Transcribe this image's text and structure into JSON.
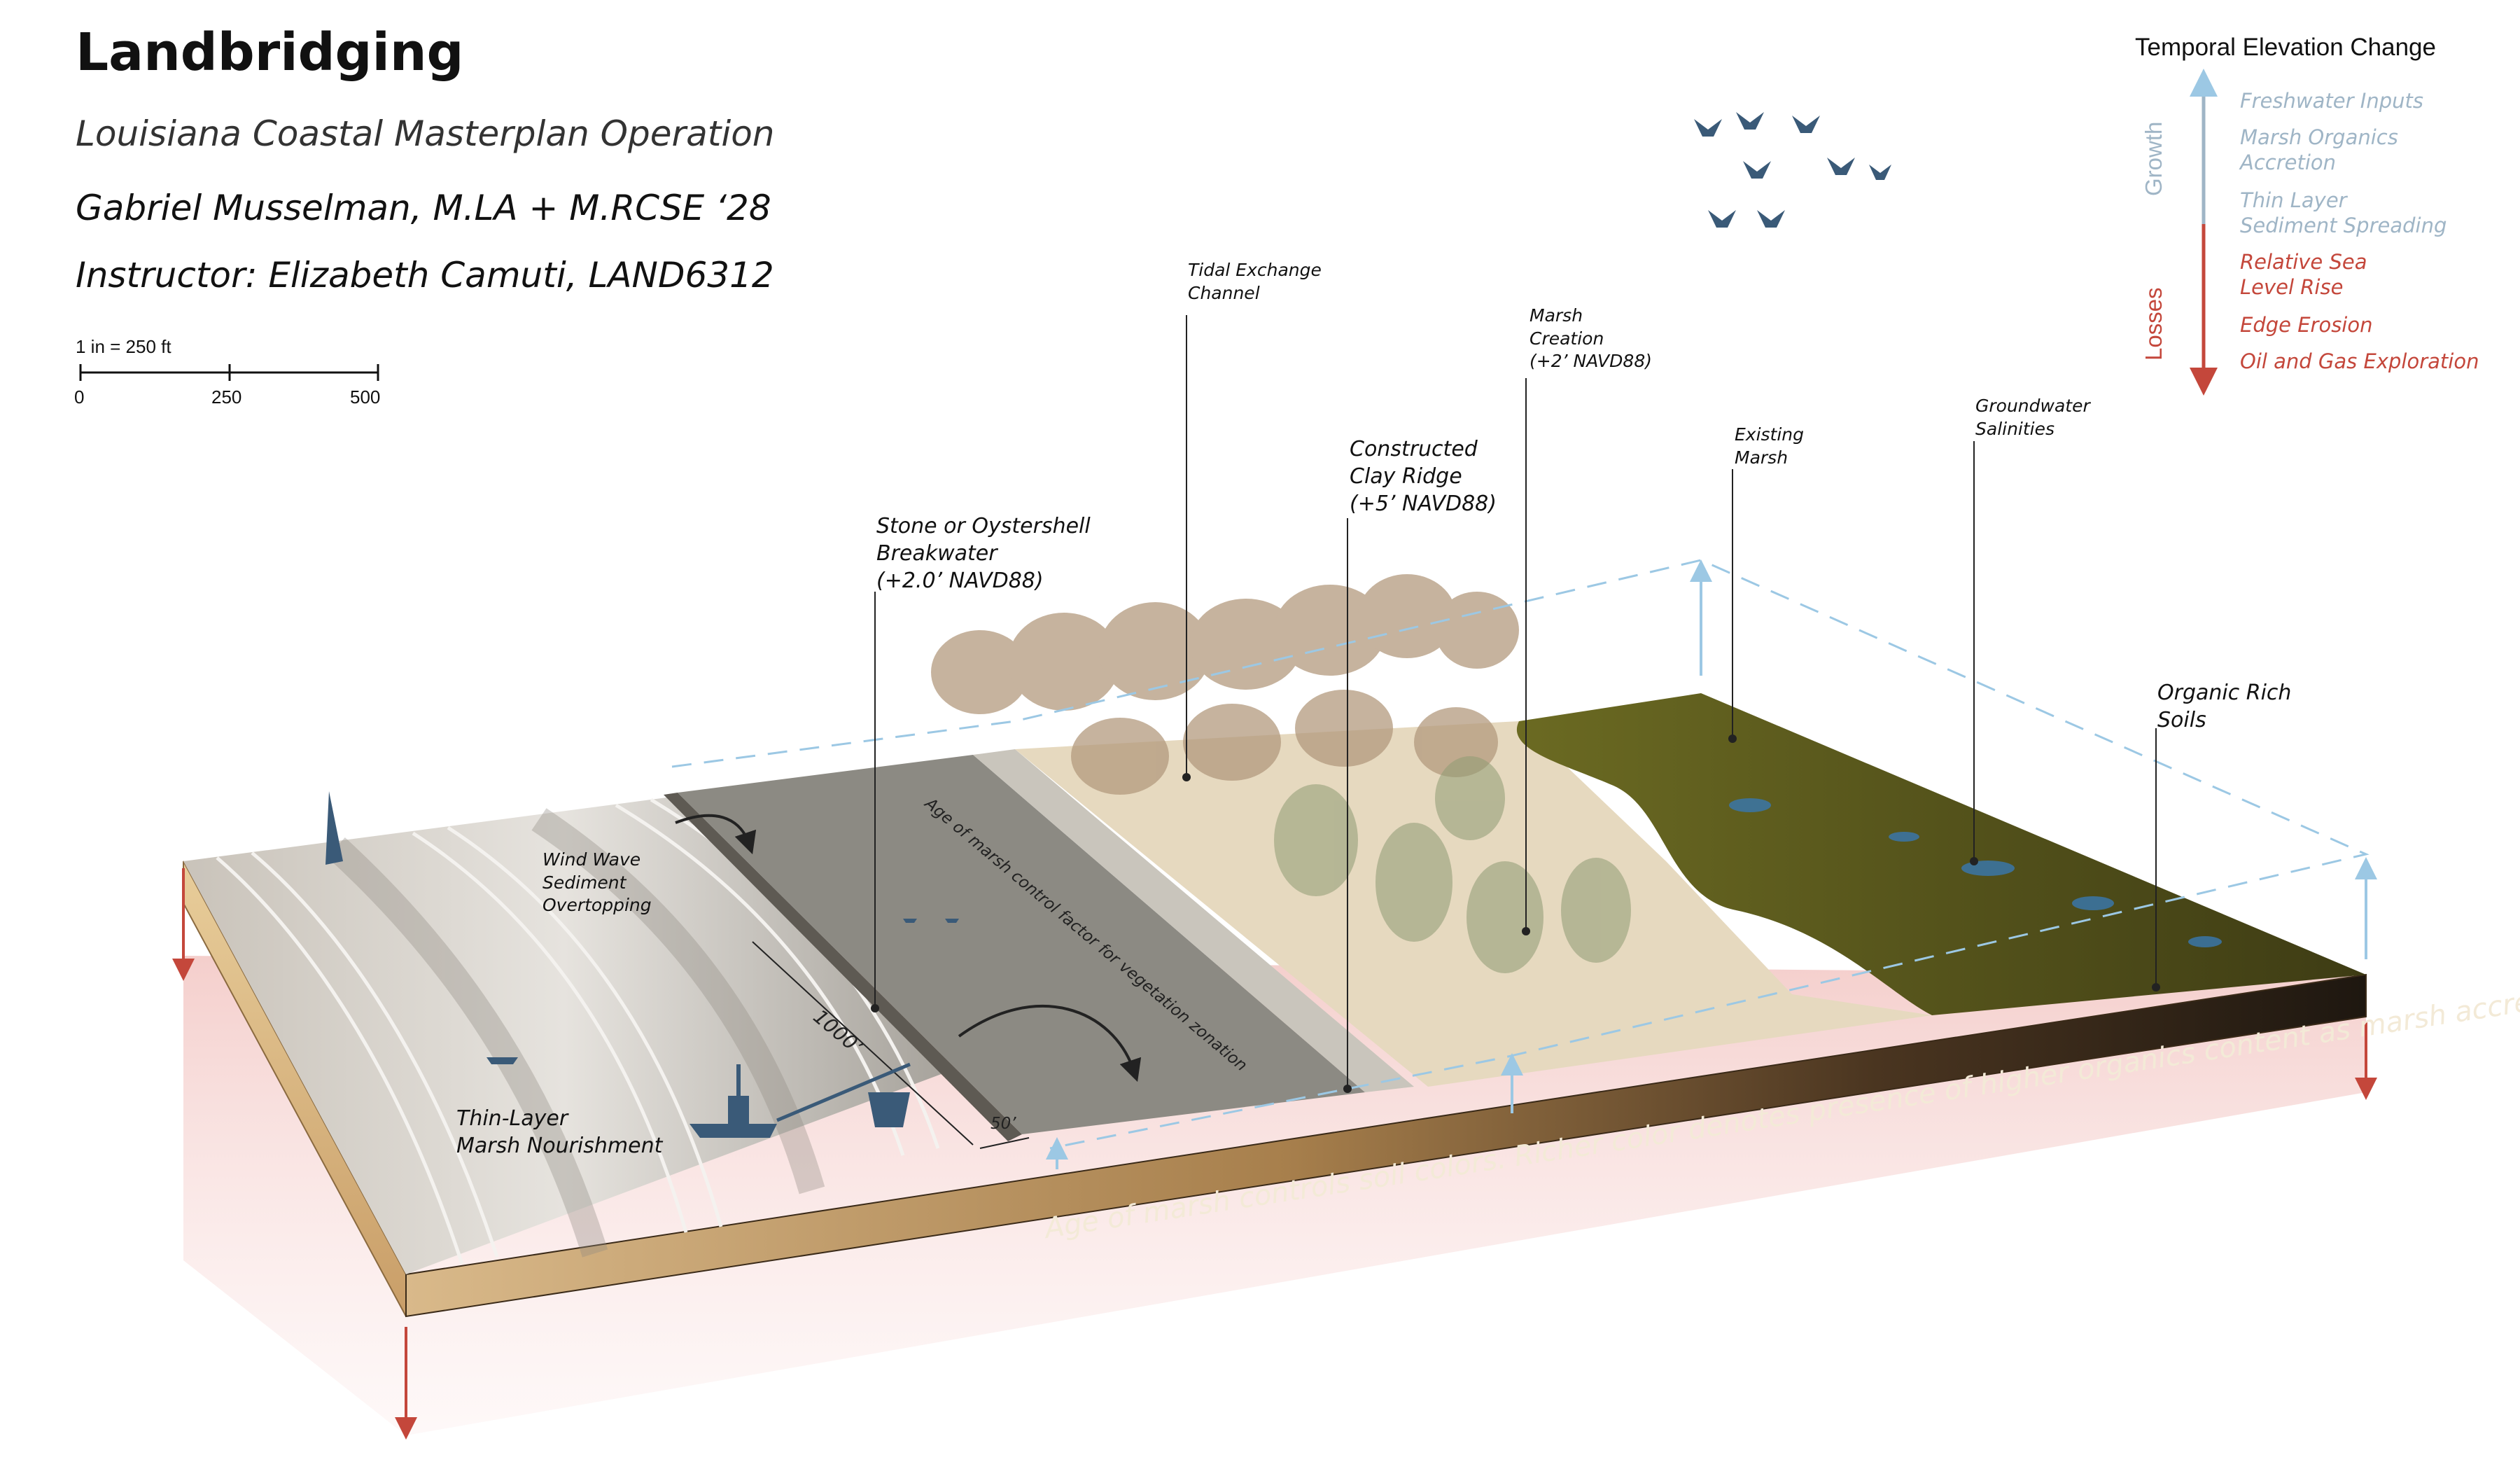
{
  "header": {
    "title": "Landbridging",
    "subtitle": "Louisiana Coastal Masterplan Operation",
    "author": "Gabriel Musselman, M.LA + M.RCSE  ‘28",
    "instructor": "Instructor: Elizabeth Camuti, LAND6312"
  },
  "scale_bar": {
    "label": "1 in = 250 ft",
    "ticks": [
      "0",
      "250",
      "500"
    ]
  },
  "legend": {
    "title": "Temporal Elevation Change",
    "growth_label": "Growth",
    "losses_label": "Losses",
    "growth_items": [
      "Freshwater Inputs",
      "Marsh Organics\nAccretion",
      "Thin Layer\nSediment Spreading"
    ],
    "loss_items": [
      "Relative Sea\nLevel Rise",
      "Edge Erosion",
      "Oil and Gas Exploration"
    ],
    "growth_color": "#9fb5c6",
    "loss_color": "#c4473b"
  },
  "callouts": {
    "tidal_exchange": "Tidal Exchange\nChannel",
    "marsh_creation": "Marsh\nCreation\n(+2’ NAVD88)",
    "clay_ridge": "Constructed\nClay Ridge\n(+5’ NAVD88)",
    "existing_marsh": "Existing\nMarsh",
    "groundwater": "Groundwater\nSalinities",
    "breakwater": "Stone or Oystershell\nBreakwater\n(+2.0’ NAVD88)",
    "organic_soils": "Organic Rich\nSoils",
    "wind_wave": "Wind Wave\nSediment\nOvertopping",
    "age_zonation": "Age of marsh control factor for vegetation zonation",
    "thin_layer": "Thin-Layer\nMarsh Nourishment",
    "dim_1000": "1000’",
    "dim_50": "50’",
    "soil_caption": "Age of marsh controls soil colors. Richer color denotes presence of higher organics content as marsh accretes."
  },
  "colors": {
    "sand": "#d9b98a",
    "water_gray": "#9a9690",
    "marsh_green": "#5a5a1e",
    "tree_brown": "#b39a7e",
    "boat_blue": "#3a5a78",
    "arrow_red": "#c4473b",
    "arrow_blue": "#9cc8e4"
  }
}
